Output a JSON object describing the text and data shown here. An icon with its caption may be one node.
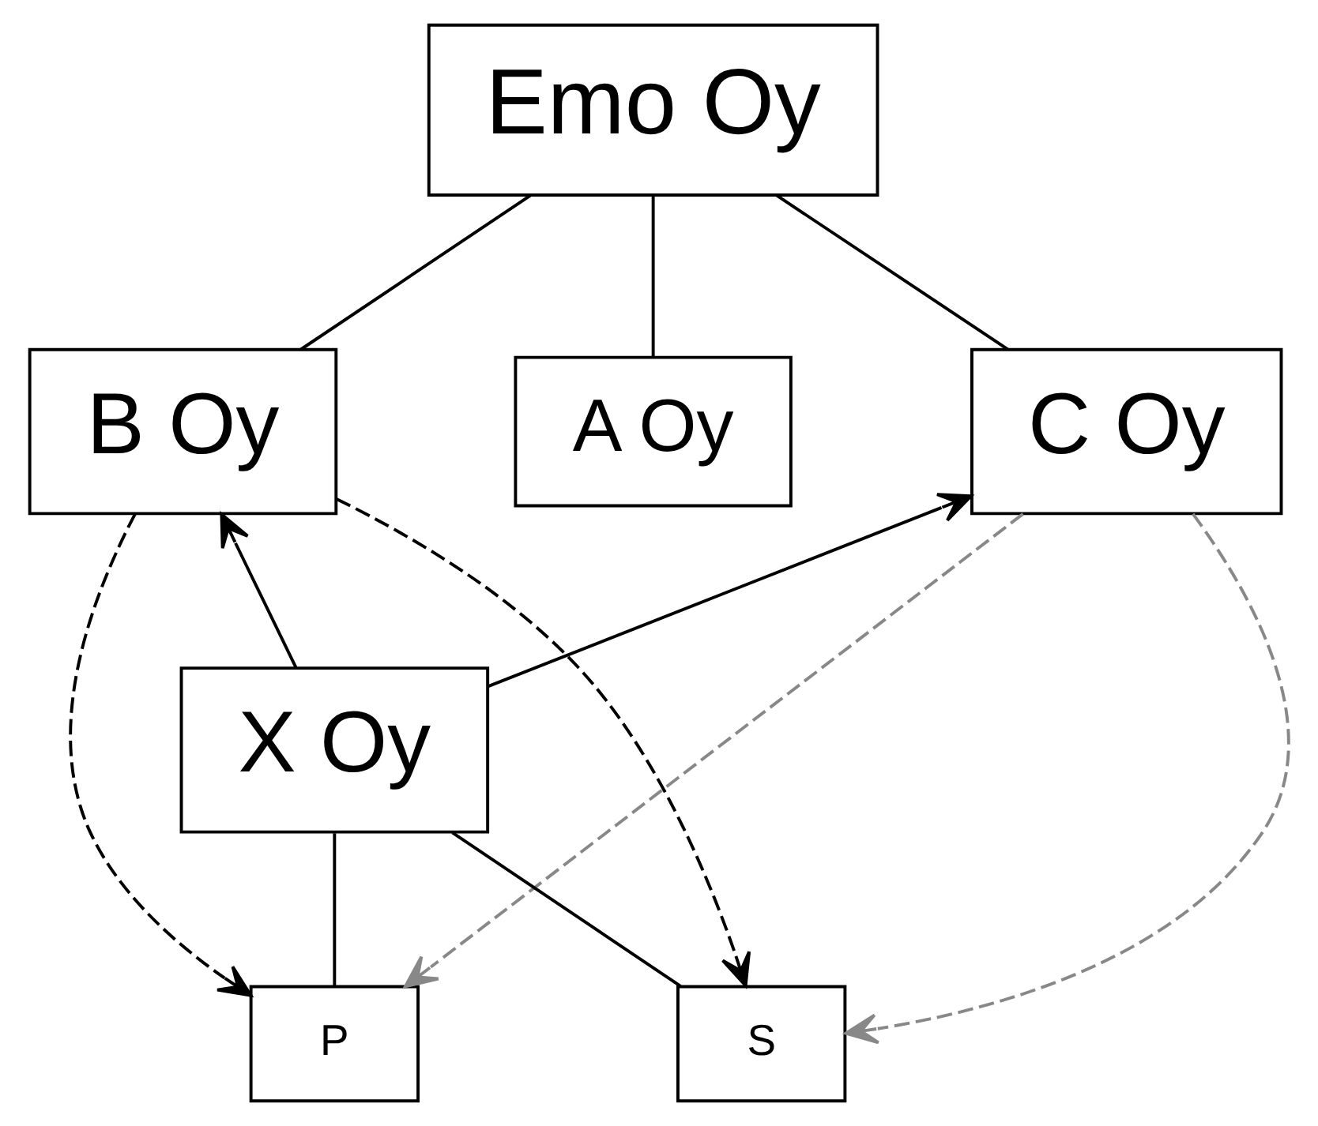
{
  "diagram": {
    "nodes": [
      {
        "text": [
          "Emo Oy"
        ]
      },
      {
        "text": [
          "B Oy"
        ]
      },
      {
        "text": [
          "A Oy"
        ]
      },
      {
        "text": [
          "C Oy"
        ]
      },
      {
        "text": [
          "X Oy"
        ]
      },
      {
        "text": [
          "P"
        ]
      },
      {
        "text": [
          "S"
        ]
      }
    ],
    "edges": [
      {
        "from": 0,
        "to": 1,
        "arrow": "none"
      },
      {
        "from": 0,
        "to": 2,
        "arrow": "none"
      },
      {
        "from": 0,
        "to": 3,
        "arrow": "none"
      },
      {
        "from": 4,
        "to": 1,
        "arrow": "to"
      },
      {
        "from": 4,
        "to": 3,
        "arrow": "to"
      },
      {
        "from": 4,
        "to": 5,
        "arrow": "none"
      },
      {
        "from": 4,
        "to": 6,
        "arrow": "none"
      },
      {
        "from": 1,
        "to": 5,
        "arrow": "to",
        "style": "dashed"
      },
      {
        "from": 1,
        "to": 6,
        "arrow": "to",
        "style": "dashed"
      },
      {
        "from": 3,
        "to": 5,
        "arrow": "to",
        "style": "dashed",
        "color": "#888888"
      },
      {
        "from": 3,
        "to": 6,
        "arrow": "to",
        "style": "dashed",
        "color": "#888888"
      }
    ]
  }
}
